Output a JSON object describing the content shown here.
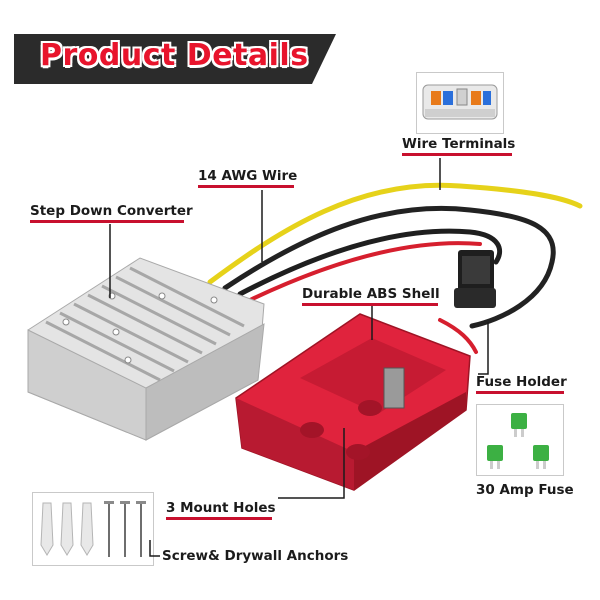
{
  "title": "Product Details",
  "labels": {
    "wire_terminals": "Wire Terminals",
    "awg_wire": "14 AWG Wire",
    "step_down_converter": "Step Down Converter",
    "abs_shell": "Durable ABS Shell",
    "fuse_holder": "Fuse Holder",
    "amp_fuse": "30 Amp Fuse",
    "mount_holes": "3 Mount Holes",
    "anchors": "Screw& Drywall Anchors"
  },
  "colors": {
    "accent_red": "#c8102e",
    "banner_dark": "#2b2b2b",
    "shell_red": "#e0233d",
    "heatsink_silver": "#d7d7d7",
    "wire_yellow": "#e6d21a",
    "fuse_green": "#3cb043"
  }
}
